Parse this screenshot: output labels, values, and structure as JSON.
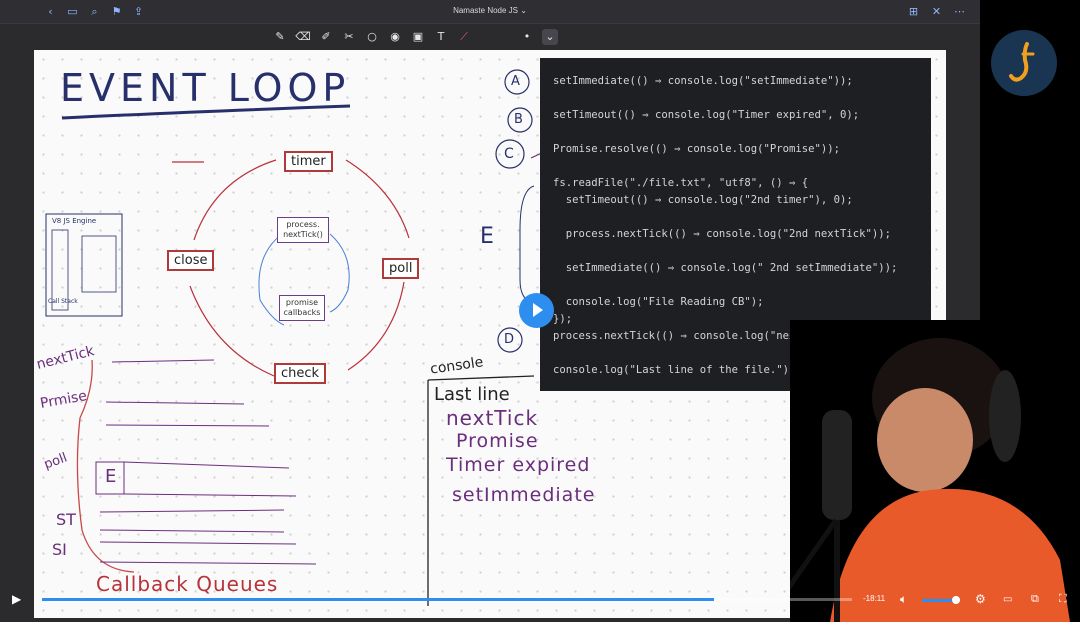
{
  "window": {
    "title": "Namaste Node JS ⌄"
  },
  "board": {
    "title": "EVENT LOOP",
    "phases": [
      "timer",
      "poll",
      "check",
      "close"
    ],
    "inner_boxes": [
      "process. nextTick()",
      "promise callbacks"
    ],
    "engine_label": "V8 JS Engine",
    "call_stack_label": "Call Stack",
    "queue_labels": [
      "nextTick",
      "Prmise",
      "poll",
      "ST",
      "SI"
    ],
    "queue_box": "E",
    "callback_queues": "Callback Queues",
    "markers": [
      "A",
      "B",
      "C",
      "D",
      "E"
    ],
    "console_title": "console",
    "console_output": [
      "Last line",
      "nextTick",
      "Promise",
      "Timer expired",
      "setImmediate"
    ]
  },
  "code_lines": [
    "setImmediate(() ⇒ console.log(\"setImmediate\"));",
    "setTimeout(() ⇒ console.log(\"Timer expired\", 0);",
    "Promise.resolve(() ⇒ console.log(\"Promise\"));",
    "fs.readFile(\"./file.txt\", \"utf8\", () ⇒ {",
    "  setTimeout(() ⇒ console.log(\"2nd timer\"), 0);",
    "  process.nextTick(() ⇒ console.log(\"2nd nextTick\"));",
    "  setImmediate(() ⇒ console.log(\" 2nd setImmediate\"));",
    "  console.log(\"File Reading CB\");",
    "});",
    "process.nextTick(() ⇒ console.log(\"nextTick\"));",
    "console.log(\"Last line of the file.\");"
  ],
  "player": {
    "time": "-18:11",
    "progress": 0.83,
    "volume": 0.9
  },
  "colors": {
    "accent": "#2e8ef0",
    "board": "#fafafa",
    "code_bg": "#1e1f22"
  }
}
